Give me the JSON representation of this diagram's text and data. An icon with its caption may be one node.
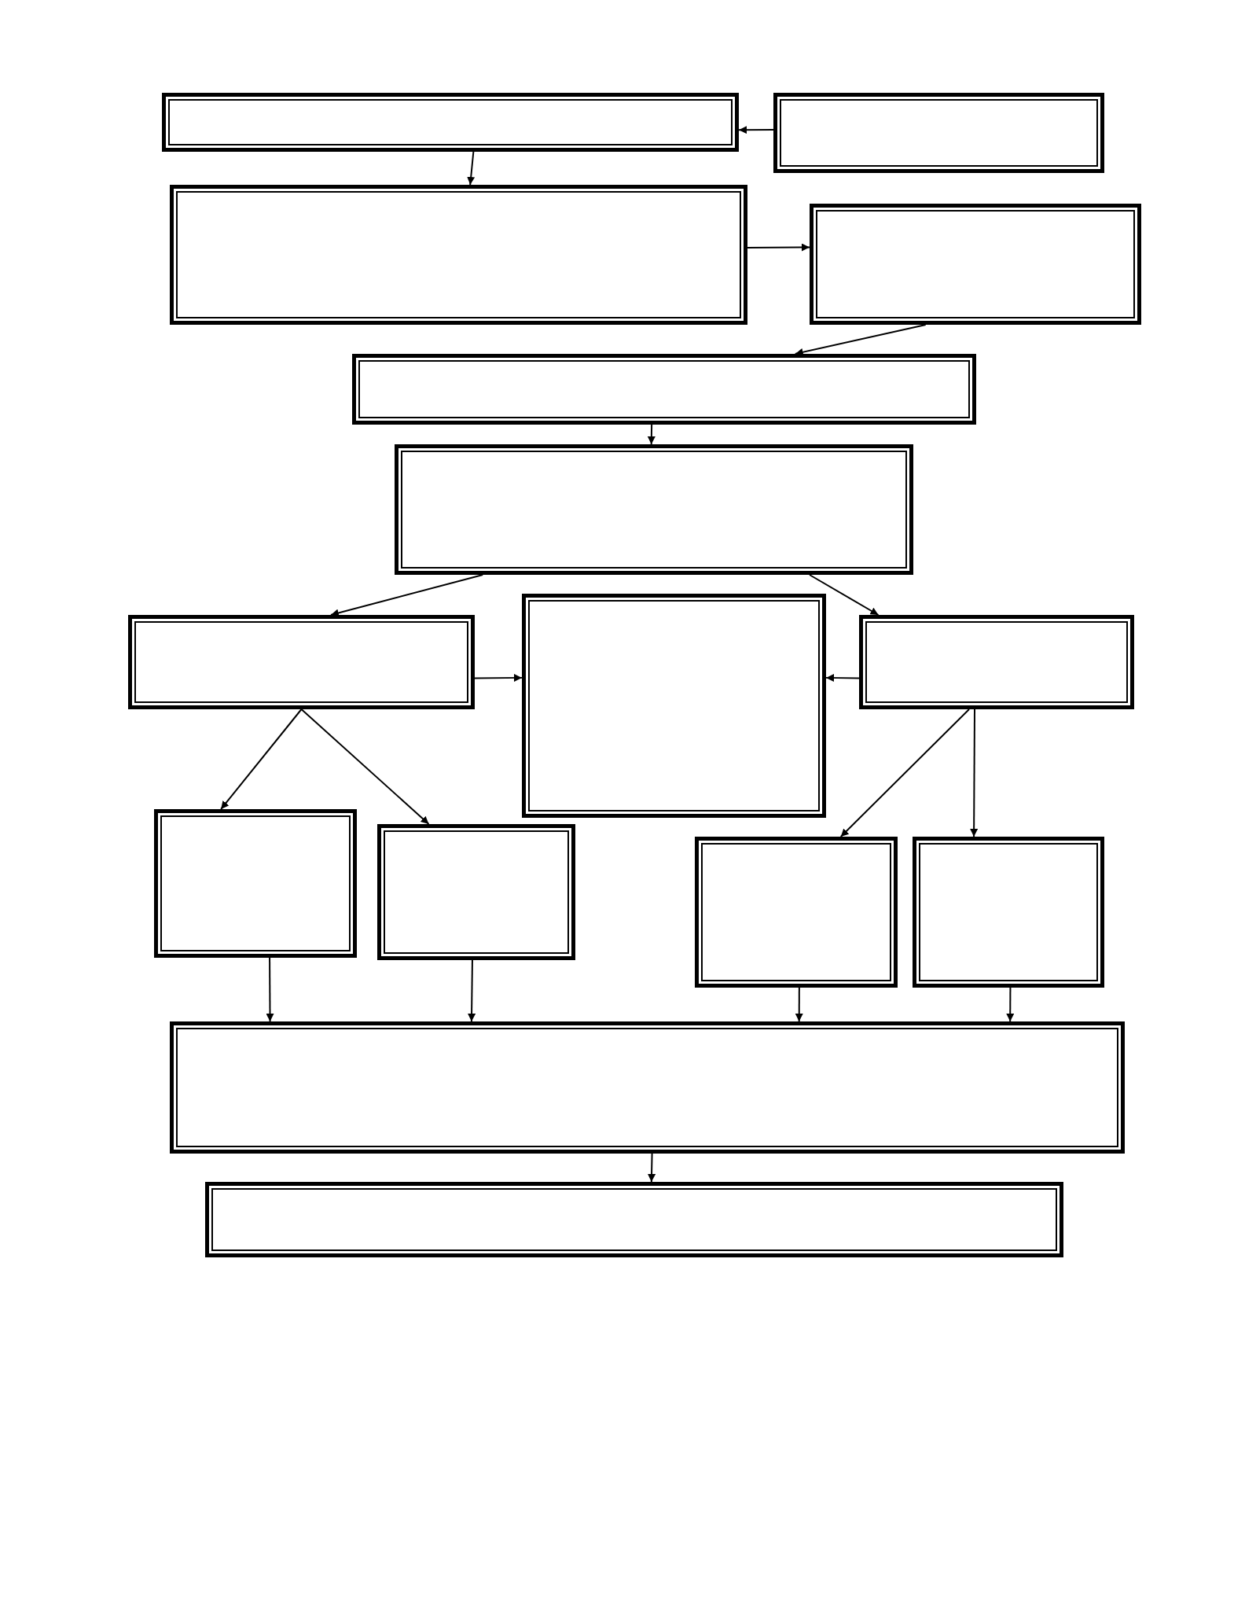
{
  "diagram": {
    "nodes": [
      {
        "text": [],
        "shape": "box"
      },
      {
        "text": [],
        "shape": "box"
      },
      {
        "text": [],
        "shape": "box"
      },
      {
        "text": [],
        "shape": "box"
      },
      {
        "text": [],
        "shape": "box"
      },
      {
        "text": [],
        "shape": "box"
      },
      {
        "text": [],
        "shape": "box"
      },
      {
        "text": [],
        "shape": "box"
      },
      {
        "text": [],
        "shape": "box"
      },
      {
        "text": [],
        "shape": "box"
      },
      {
        "text": [],
        "shape": "box"
      },
      {
        "text": [],
        "shape": "box"
      },
      {
        "text": [],
        "shape": "box"
      },
      {
        "text": [],
        "shape": "box"
      },
      {
        "text": [],
        "shape": "box"
      }
    ],
    "edges": [
      {
        "from": 1,
        "to": 0,
        "arrow": "to"
      },
      {
        "from": 0,
        "to": 2,
        "arrow": "to"
      },
      {
        "from": 2,
        "to": 3,
        "arrow": "to"
      },
      {
        "from": 3,
        "to": 4,
        "arrow": "to"
      },
      {
        "from": 4,
        "to": 5,
        "arrow": "to"
      },
      {
        "from": 5,
        "to": 6,
        "arrow": "to"
      },
      {
        "from": 5,
        "to": 8,
        "arrow": "to"
      },
      {
        "from": 6,
        "to": 7,
        "arrow": "to"
      },
      {
        "from": 8,
        "to": 7,
        "arrow": "to"
      },
      {
        "from": 6,
        "to": 9,
        "arrow": "to"
      },
      {
        "from": 6,
        "to": 10,
        "arrow": "to"
      },
      {
        "from": 8,
        "to": 11,
        "arrow": "to"
      },
      {
        "from": 8,
        "to": 12,
        "arrow": "to"
      },
      {
        "from": 9,
        "to": 13,
        "arrow": "to"
      },
      {
        "from": 10,
        "to": 13,
        "arrow": "to"
      },
      {
        "from": 11,
        "to": 13,
        "arrow": "to"
      },
      {
        "from": 12,
        "to": 13,
        "arrow": "to"
      },
      {
        "from": 13,
        "to": 14,
        "arrow": "to"
      }
    ]
  }
}
